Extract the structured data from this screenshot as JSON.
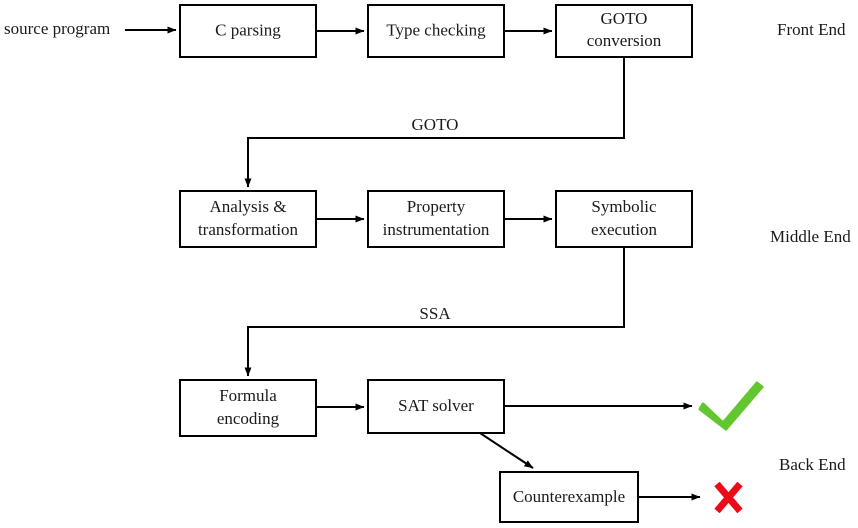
{
  "diagram": {
    "title": "CBMC verification pipeline flow chart",
    "input_label": "source program",
    "stages": [
      {
        "id": "front-end",
        "label": "Front End"
      },
      {
        "id": "middle-end",
        "label": "Middle End"
      },
      {
        "id": "back-end",
        "label": "Back End"
      }
    ],
    "nodes": [
      {
        "id": "c-parsing",
        "line1": "C parsing",
        "line2": ""
      },
      {
        "id": "type-checking",
        "line1": "Type checking",
        "line2": ""
      },
      {
        "id": "goto-conversion",
        "line1": "GOTO",
        "line2": "conversion"
      },
      {
        "id": "analysis-transformation",
        "line1": "Analysis &",
        "line2": "transformation"
      },
      {
        "id": "property-instrumentation",
        "line1": "Property",
        "line2": "instrumentation"
      },
      {
        "id": "symbolic-execution",
        "line1": "Symbolic",
        "line2": "execution"
      },
      {
        "id": "formula-encoding",
        "line1": "Formula",
        "line2": "encoding"
      },
      {
        "id": "sat-solver",
        "line1": "SAT  solver",
        "line2": ""
      },
      {
        "id": "counterexample",
        "line1": "Counterexample",
        "line2": ""
      }
    ],
    "edge_labels": [
      {
        "id": "goto-edge-label",
        "label": "GOTO"
      },
      {
        "id": "ssa-edge-label",
        "label": "SSA"
      }
    ],
    "results": [
      {
        "id": "verification-success",
        "icon": "check-icon",
        "color": "#62c72e"
      },
      {
        "id": "verification-failure",
        "icon": "cross-icon",
        "color": "#ec0a18"
      }
    ],
    "colors": {
      "stroke": "#000000",
      "text": "#1a1a1a",
      "background": "#ffffff",
      "success": "#62c72e",
      "failure": "#ec0a18"
    }
  }
}
